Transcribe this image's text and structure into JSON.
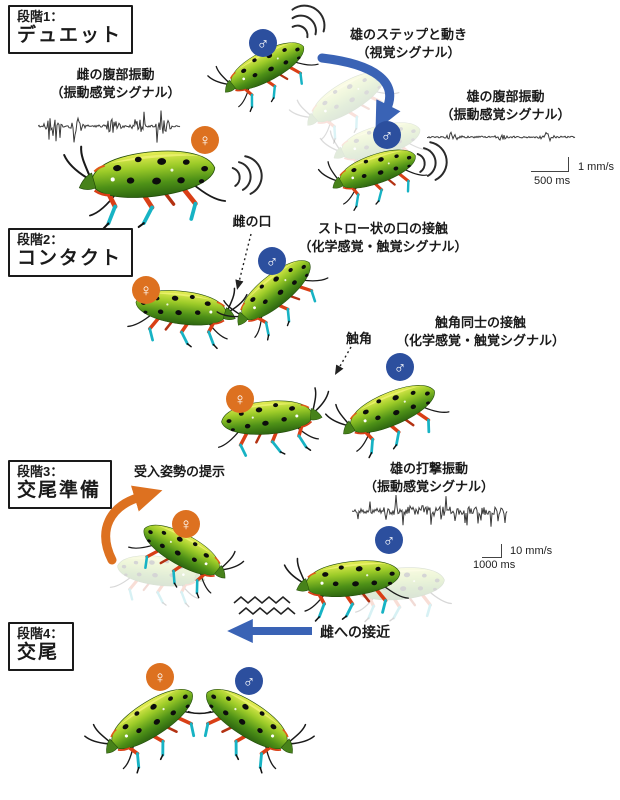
{
  "stages": [
    {
      "num": "段階1：",
      "name": "デュエット"
    },
    {
      "num": "段階2：",
      "name": "コンタクト"
    },
    {
      "num": "段階3：",
      "name": "交尾準備"
    },
    {
      "num": "段階4：",
      "name": "交尾"
    }
  ],
  "labels": {
    "female_abdominal_vibration": {
      "l1": "雌の腹部振動",
      "l2": "（振動感覚シグナル）"
    },
    "male_step": {
      "l1": "雄のステップと動き",
      "l2": "（視覚シグナル）"
    },
    "male_abdominal_vibration": {
      "l1": "雄の腹部振動",
      "l2": "（振動感覚シグナル）"
    },
    "female_mouth": "雌の口",
    "straw_mouth_contact": {
      "l1": "ストロー状の口の接触",
      "l2": "（化学感覚・触覚シグナル）"
    },
    "antenna": "触角",
    "antennae_contact": {
      "l1": "触角同士の接触",
      "l2": "（化学感覚・触覚シグナル）"
    },
    "acceptance_posture": "受入姿勢の提示",
    "male_drumming": {
      "l1": "雄の打撃振動",
      "l2": "（振動感覚シグナル）"
    },
    "approach_to_female": "雌への接近"
  },
  "scalebars": {
    "duet": {
      "velocity": "1 mm/s",
      "time": "500 ms"
    },
    "drumming": {
      "velocity": "10 mm/s",
      "time": "1000 ms"
    }
  },
  "symbols": {
    "male": "♂",
    "female": "♀"
  },
  "colors": {
    "male_badge": "#2c4f9e",
    "female_badge": "#dd7120",
    "blue_arrow": "#3a63b5",
    "orange_arrow": "#dd7120",
    "waveform": "#3a3a3a"
  }
}
